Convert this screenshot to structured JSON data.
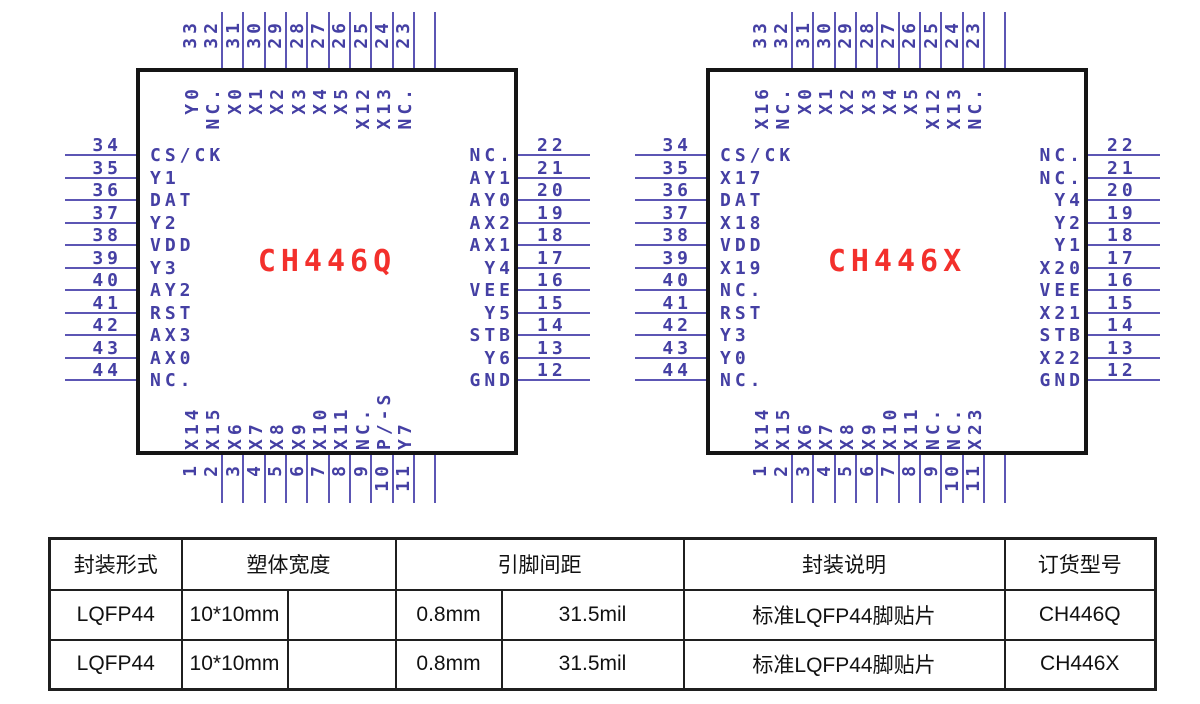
{
  "colors": {
    "pin_text": "#4540a4",
    "pin_line": "#5c56b4",
    "chip_border": "#151515",
    "title_red": "#f3302c",
    "table_border": "#1f1f1f",
    "table_text": "#111111"
  },
  "chips": [
    {
      "name": "CH446Q",
      "top_pins": [
        {
          "num": "33",
          "label": "Y0"
        },
        {
          "num": "32",
          "label": "NC."
        },
        {
          "num": "31",
          "label": "X0"
        },
        {
          "num": "30",
          "label": "X1"
        },
        {
          "num": "29",
          "label": "X2"
        },
        {
          "num": "28",
          "label": "X3"
        },
        {
          "num": "27",
          "label": "X4"
        },
        {
          "num": "26",
          "label": "X5"
        },
        {
          "num": "25",
          "label": "X12"
        },
        {
          "num": "24",
          "label": "X13"
        },
        {
          "num": "23",
          "label": "NC."
        }
      ],
      "left_pins": [
        {
          "num": "34",
          "label": "CS/CK"
        },
        {
          "num": "35",
          "label": "Y1"
        },
        {
          "num": "36",
          "label": "DAT"
        },
        {
          "num": "37",
          "label": "Y2"
        },
        {
          "num": "38",
          "label": "VDD"
        },
        {
          "num": "39",
          "label": "Y3"
        },
        {
          "num": "40",
          "label": "AY2"
        },
        {
          "num": "41",
          "label": "RST"
        },
        {
          "num": "42",
          "label": "AX3"
        },
        {
          "num": "43",
          "label": "AX0"
        },
        {
          "num": "44",
          "label": "NC."
        }
      ],
      "right_pins": [
        {
          "num": "22",
          "label": "NC."
        },
        {
          "num": "21",
          "label": "AY1"
        },
        {
          "num": "20",
          "label": "AY0"
        },
        {
          "num": "19",
          "label": "AX2"
        },
        {
          "num": "18",
          "label": "AX1"
        },
        {
          "num": "17",
          "label": "Y4"
        },
        {
          "num": "16",
          "label": "VEE"
        },
        {
          "num": "15",
          "label": "Y5"
        },
        {
          "num": "14",
          "label": "STB"
        },
        {
          "num": "13",
          "label": "Y6"
        },
        {
          "num": "12",
          "label": "GND"
        }
      ],
      "bottom_pins": [
        {
          "num": "1",
          "label": "X14"
        },
        {
          "num": "2",
          "label": "X15"
        },
        {
          "num": "3",
          "label": "X6"
        },
        {
          "num": "4",
          "label": "X7"
        },
        {
          "num": "5",
          "label": "X8"
        },
        {
          "num": "6",
          "label": "X9"
        },
        {
          "num": "7",
          "label": "X10"
        },
        {
          "num": "8",
          "label": "X11"
        },
        {
          "num": "9",
          "label": "NC."
        },
        {
          "num": "10",
          "label": "P/-S"
        },
        {
          "num": "11",
          "label": "Y7"
        }
      ]
    },
    {
      "name": "CH446X",
      "top_pins": [
        {
          "num": "33",
          "label": "X16"
        },
        {
          "num": "32",
          "label": "NC."
        },
        {
          "num": "31",
          "label": "X0"
        },
        {
          "num": "30",
          "label": "X1"
        },
        {
          "num": "29",
          "label": "X2"
        },
        {
          "num": "28",
          "label": "X3"
        },
        {
          "num": "27",
          "label": "X4"
        },
        {
          "num": "26",
          "label": "X5"
        },
        {
          "num": "25",
          "label": "X12"
        },
        {
          "num": "24",
          "label": "X13"
        },
        {
          "num": "23",
          "label": "NC."
        }
      ],
      "left_pins": [
        {
          "num": "34",
          "label": "CS/CK"
        },
        {
          "num": "35",
          "label": "X17"
        },
        {
          "num": "36",
          "label": "DAT"
        },
        {
          "num": "37",
          "label": "X18"
        },
        {
          "num": "38",
          "label": "VDD"
        },
        {
          "num": "39",
          "label": "X19"
        },
        {
          "num": "40",
          "label": "NC."
        },
        {
          "num": "41",
          "label": "RST"
        },
        {
          "num": "42",
          "label": "Y3"
        },
        {
          "num": "43",
          "label": "Y0"
        },
        {
          "num": "44",
          "label": "NC."
        }
      ],
      "right_pins": [
        {
          "num": "22",
          "label": "NC."
        },
        {
          "num": "21",
          "label": "NC."
        },
        {
          "num": "20",
          "label": "Y4"
        },
        {
          "num": "19",
          "label": "Y2"
        },
        {
          "num": "18",
          "label": "Y1"
        },
        {
          "num": "17",
          "label": "X20"
        },
        {
          "num": "16",
          "label": "VEE"
        },
        {
          "num": "15",
          "label": "X21"
        },
        {
          "num": "14",
          "label": "STB"
        },
        {
          "num": "13",
          "label": "X22"
        },
        {
          "num": "12",
          "label": "GND"
        }
      ],
      "bottom_pins": [
        {
          "num": "1",
          "label": "X14"
        },
        {
          "num": "2",
          "label": "X15"
        },
        {
          "num": "3",
          "label": "X6"
        },
        {
          "num": "4",
          "label": "X7"
        },
        {
          "num": "5",
          "label": "X8"
        },
        {
          "num": "6",
          "label": "X9"
        },
        {
          "num": "7",
          "label": "X10"
        },
        {
          "num": "8",
          "label": "X11"
        },
        {
          "num": "9",
          "label": "NC."
        },
        {
          "num": "10",
          "label": "NC."
        },
        {
          "num": "11",
          "label": "X23"
        }
      ]
    }
  ],
  "table": {
    "headers": [
      "封装形式",
      "塑体宽度",
      "引脚间距",
      "封装说明",
      "订货型号"
    ],
    "rows": [
      [
        "LQFP44",
        "10*10mm",
        "",
        "0.8mm",
        "31.5mil",
        "标准LQFP44脚贴片",
        "CH446Q"
      ],
      [
        "LQFP44",
        "10*10mm",
        "",
        "0.8mm",
        "31.5mil",
        "标准LQFP44脚贴片",
        "CH446X"
      ]
    ]
  }
}
